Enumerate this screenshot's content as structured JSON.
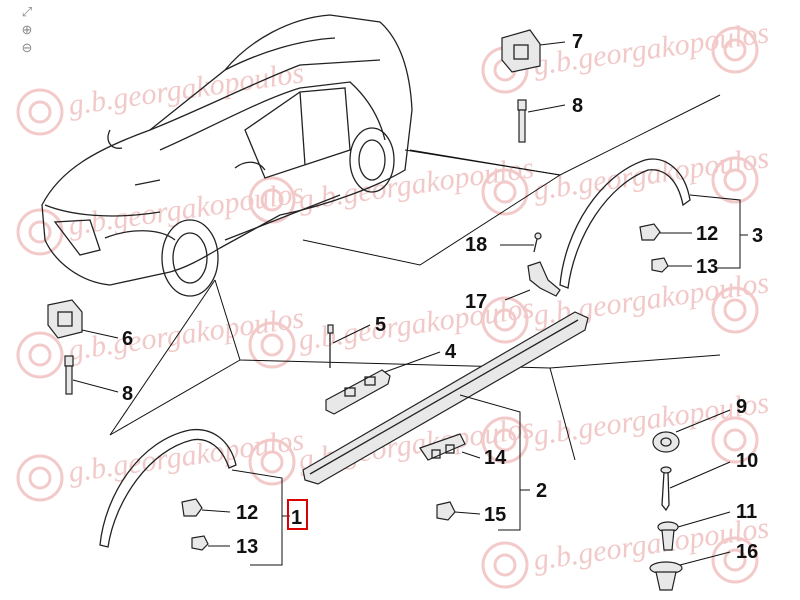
{
  "toolbar": {
    "fit_icon": "fit-screen-icon",
    "zoom_in_icon": "zoom-in-icon",
    "zoom_out_icon": "zoom-out-icon"
  },
  "watermark": {
    "text": "g.b.georgakopoulos"
  },
  "highlight_color": "#dd0000",
  "callouts": {
    "c1": "1",
    "c2": "2",
    "c3": "3",
    "c4": "4",
    "c5": "5",
    "c6": "6",
    "c7": "7",
    "c8a": "8",
    "c8b": "8",
    "c9": "9",
    "c10": "10",
    "c11": "11",
    "c12a": "12",
    "c12b": "12",
    "c13a": "13",
    "c13b": "13",
    "c14": "14",
    "c15": "15",
    "c16": "16",
    "c17": "17",
    "c18": "18"
  }
}
